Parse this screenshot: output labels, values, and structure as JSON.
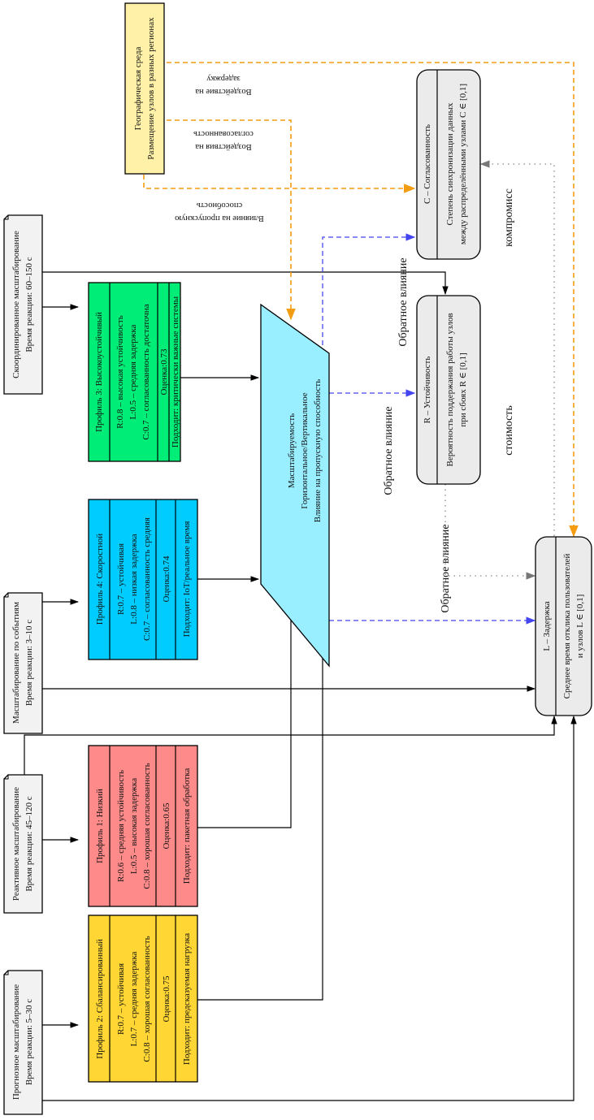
{
  "colors": {
    "geo": "#fff2a8",
    "profile3": "#00ee77",
    "profile4": "#00ccff",
    "profile1": "#ff8a8a",
    "profile2": "#ffd633",
    "scalability": "#99eeff",
    "metric": "#ebebeb",
    "strategy": "#f2f2f2",
    "arrow_orange": "#f39c12",
    "arrow_blue": "#4444ee",
    "arrow_gray": "#888888"
  },
  "geo": {
    "title": "Географическая среда",
    "subtitle": "Размещение узлов в разных регионах"
  },
  "edge_labels": {
    "geo_latency_1": "Воздействие на",
    "geo_latency_2": "задержку",
    "geo_consistency_1": "Воздействия на",
    "geo_consistency_2": "согласованность",
    "geo_throughput_1": "Влияние на пропускную",
    "geo_throughput_2": "способность",
    "feedback_c": "Обратное влияние",
    "feedback_r": "Обратное влияние",
    "feedback_l": "Обратное влияние",
    "tradeoff": "компромисс",
    "cost": "стоимость"
  },
  "strategies": [
    {
      "name": "Скоординированное масштабирование",
      "time": "Время реакции: 60–150 с"
    },
    {
      "name": "Масштабирование по событиям",
      "time": "Время реакции: 3–10 с"
    },
    {
      "name": "Реактивное масштабирование",
      "time": "Время реакции: 45–120 с"
    },
    {
      "name": "Прогнозное масштабирование",
      "time": "Время реакции: 5–30 с"
    }
  ],
  "profiles": [
    {
      "title": "Профиль 3: Высокоустойчивый",
      "r": "R:0.8 – высокая устойчивость",
      "l": "L:0.5 – средняя задержка",
      "c": "C:0.7 – согласованность достаточна",
      "score": "Оценка:0.73",
      "fit": "Подходит: критически важные системы"
    },
    {
      "title": "Профиль 4: Скоростной",
      "r": "R:0.7 – устойчивая",
      "l": "L:0.8 – низкая задержка",
      "c": "C:0.7 – согласованность средняя",
      "score": "Оценка:0.74",
      "fit": "Подходит: IoT/реальное время"
    },
    {
      "title": "Профиль 1: Низкий",
      "r": "R:0.6 – средняя устойчивость",
      "l": "L:0.5 – высокая задержка",
      "c": "C:0.8 – хорошая согласованность",
      "score": "Оценка:0.65",
      "fit": "Подходит: пакетная обработка"
    },
    {
      "title": "Профиль 2: Сбалансированный",
      "r": "R:0.7 – устойчивая",
      "l": "L:0.7 – средняя задержка",
      "c": "C:0.8 – хорошая согласованность",
      "score": "Оценка:0.75",
      "fit": "Подходит: предсказуемая нагрузка"
    }
  ],
  "scalability": {
    "line1": "Масштабируемость",
    "line2": "Горизонтальное/Вертикальное",
    "line3": "Влияние на пропускную способность"
  },
  "metrics": {
    "c": {
      "title": "C – Согласованность",
      "desc1": "Степень синхронизации данных",
      "desc2": "между распределёнными узлами C ∈ [0,1]"
    },
    "r": {
      "title": "R – Устойчивость",
      "desc1": "Вероятность поддержания работы узлов",
      "desc2": "при сбоях R ∈ [0,1]"
    },
    "l": {
      "title": "L – Задержка",
      "desc1": "Среднее время отклика пользователей",
      "desc2": "и узлов L ∈ [0,1]"
    }
  }
}
